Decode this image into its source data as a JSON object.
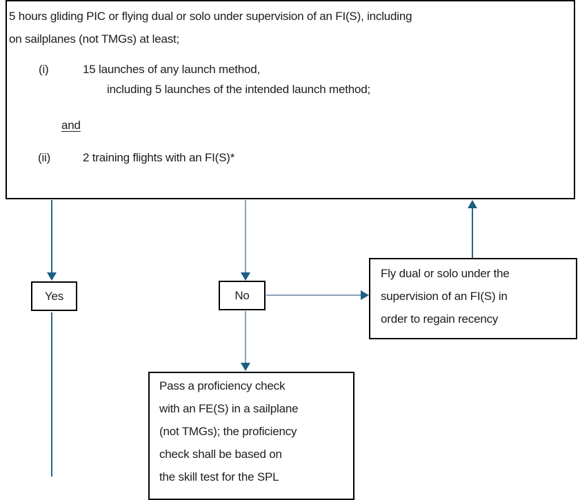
{
  "diagram": {
    "requirements_box": {
      "intro_line1": "5 hours gliding PIC or flying dual or solo under supervision of an FI(S), including",
      "intro_line2": "on sailplanes (not TMGs) at least;",
      "item_i_marker": "(i)",
      "item_i_text": "15 launches of any launch method,",
      "item_i_text2": "including 5 launches of the intended launch method;",
      "conjunction": "and",
      "item_ii_marker": "(ii)",
      "item_ii_text": "2 training flights with an FI(S)*"
    },
    "yes_label": "Yes",
    "no_label": "No",
    "regain_recency_box": {
      "line1": "Fly dual or solo under the",
      "line2": "supervision of an FI(S) in",
      "line3": "order to regain recency"
    },
    "proficiency_check_box": {
      "line1": "Pass a proficiency check",
      "line2": "with an FE(S) in a sailplane",
      "line3": "(not TMGs); the proficiency",
      "line4": "check shall be based on",
      "line5": "the skill test for the SPL"
    },
    "colors": {
      "connector_dark": "#26648B",
      "connector_light": "#8BA3B8",
      "arrowhead": "#1D5E84",
      "box_border": "#000000",
      "text": "#1C1C1C"
    }
  }
}
